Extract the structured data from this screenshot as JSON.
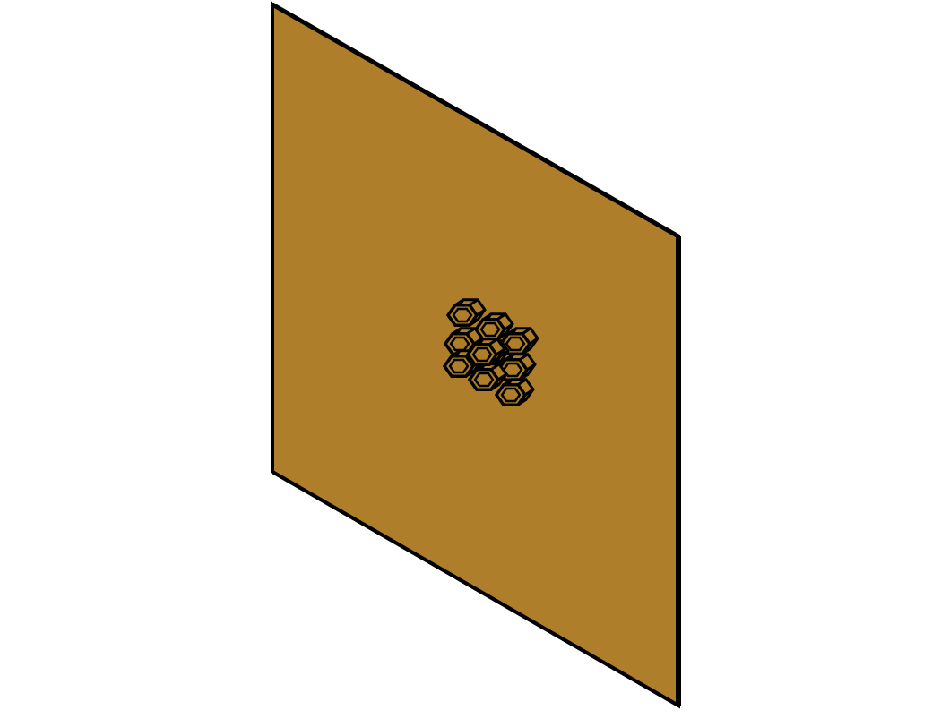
{
  "scene": {
    "description_kind": "isometric-cad-view",
    "plate": {
      "fill_color": "#AF7E2A",
      "edge_color": "#000000"
    },
    "honeycomb": {
      "cell_shape": "hexagon",
      "cell_count": 10,
      "fill_color": "#AF7E2A",
      "edge_color": "#000000"
    }
  }
}
